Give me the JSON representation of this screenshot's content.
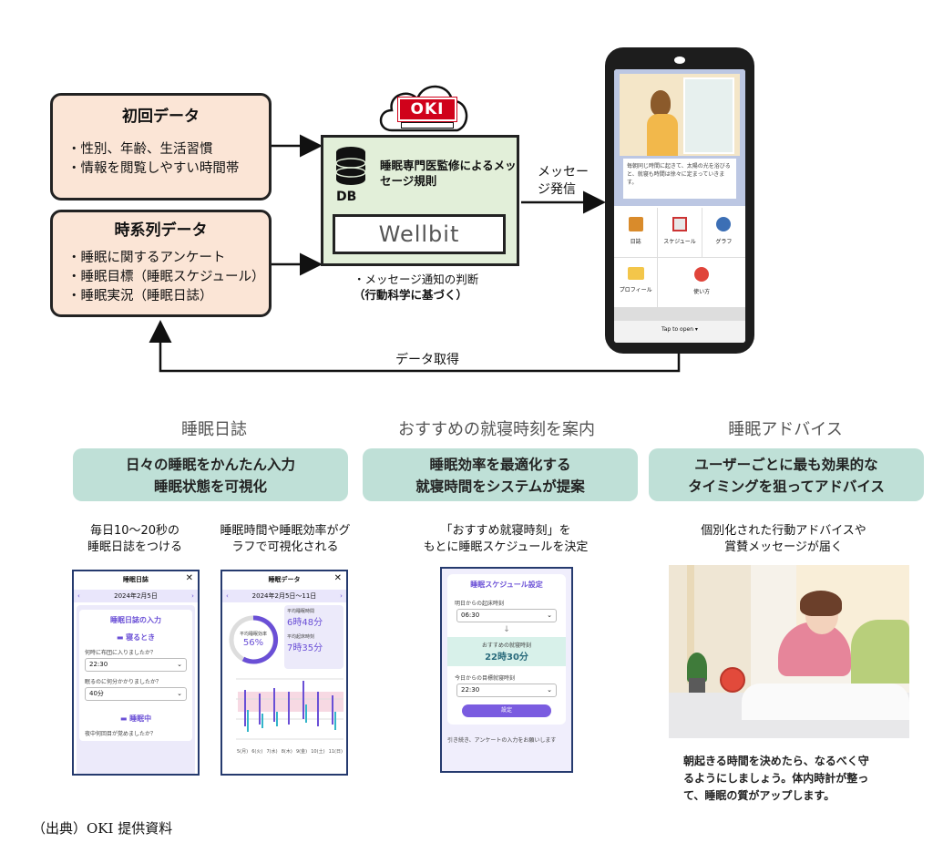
{
  "initial_data": {
    "title": "初回データ",
    "items": [
      "・性別、年齢、生活習慣",
      "・情報を閲覧しやすい時間帯"
    ]
  },
  "timeseries_data": {
    "title": "時系列データ",
    "items": [
      "・睡眠に関するアンケート",
      "・睡眠目標（睡眠スケジュール）",
      "・睡眠実況（睡眠日誌）"
    ]
  },
  "center": {
    "oki_logo": "OKI",
    "db_label": "DB",
    "rules_text": "睡眠専門医監修によるメッセージ規則",
    "wellbit_logo": "Wellbit",
    "judge_line1": "・メッセージ通知の判断",
    "judge_line2": "（行動科学に基づく）"
  },
  "arrows": {
    "send_label": "メッセージ発信",
    "fetch_label": "データ取得"
  },
  "phone": {
    "message": "毎朝同じ時間に起きて、太陽の光を浴びると、就寝も時間は徐々に定まっていきます。",
    "menu": [
      "日誌",
      "スケジュール",
      "グラフ",
      "プロフィール",
      "使い方"
    ],
    "tap": "Tap to open ▾"
  },
  "sections": [
    {
      "title": "睡眠日誌",
      "banner": [
        "日々の睡眠をかんたん入力",
        "睡眠状態を可視化"
      ]
    },
    {
      "title": "おすすめの就寝時刻を案内",
      "banner": [
        "睡眠効率を最適化する",
        "就寝時間をシステムが提案"
      ]
    },
    {
      "title": "睡眠アドバイス",
      "banner": [
        "ユーザーごとに最も効果的な",
        "タイミングを狙ってアドバイス"
      ]
    }
  ],
  "captions": {
    "diary": [
      "毎日10～20秒の",
      "睡眠日誌をつける"
    ],
    "graph": [
      "睡眠時間や睡眠効率がグ",
      "ラフで可視化される"
    ],
    "schedule": [
      "「おすすめ就寝時刻」を",
      "もとに睡眠スケジュールを決定"
    ],
    "advice": [
      "個別化された行動アドバイスや",
      "賞賛メッセージが届く"
    ]
  },
  "diary_screen": {
    "title": "睡眠日誌",
    "date": "2024年2月5日",
    "heading": "睡眠日誌の入力",
    "sleep_label": "寝るとき",
    "q1": "何時に布団に入りましたか？",
    "v1": "22:30",
    "q2": "眠るのに何分かかりましたか？",
    "v2": "40分",
    "during": "睡眠中",
    "q3": "夜中何回目が覚めましたか？"
  },
  "graph_screen": {
    "title": "睡眠データ",
    "range": "2024年2月5日～11日",
    "efficiency_label": "平均睡眠効率",
    "efficiency": "56%",
    "avg_sleep_label": "平均睡眠時間",
    "avg_sleep": "6時48分",
    "avg_wake_label": "平均起床時刻",
    "avg_wake": "7時35分",
    "days": [
      "5(月)",
      "6(火)",
      "7(水)",
      "8(木)",
      "9(金)",
      "10(土)",
      "11(日)"
    ]
  },
  "schedule_screen": {
    "title": "睡眠スケジュール設定",
    "wake_label": "明日からの起床時刻",
    "wake_value": "06:30",
    "rec_label": "おすすめの就寝時刻",
    "rec_value": "22時30分",
    "target_label": "今日からの目標就寝時刻",
    "target_value": "22:30",
    "button": "設定",
    "footer": "引き続き、アンケートの入力をお願いします"
  },
  "advice_text": [
    "朝起きる時間を決めたら、なるべく守",
    "るようにしましょう。体内時計が整っ",
    "て、睡眠の質がアップします。"
  ],
  "source": "（出典）OKI 提供資料"
}
